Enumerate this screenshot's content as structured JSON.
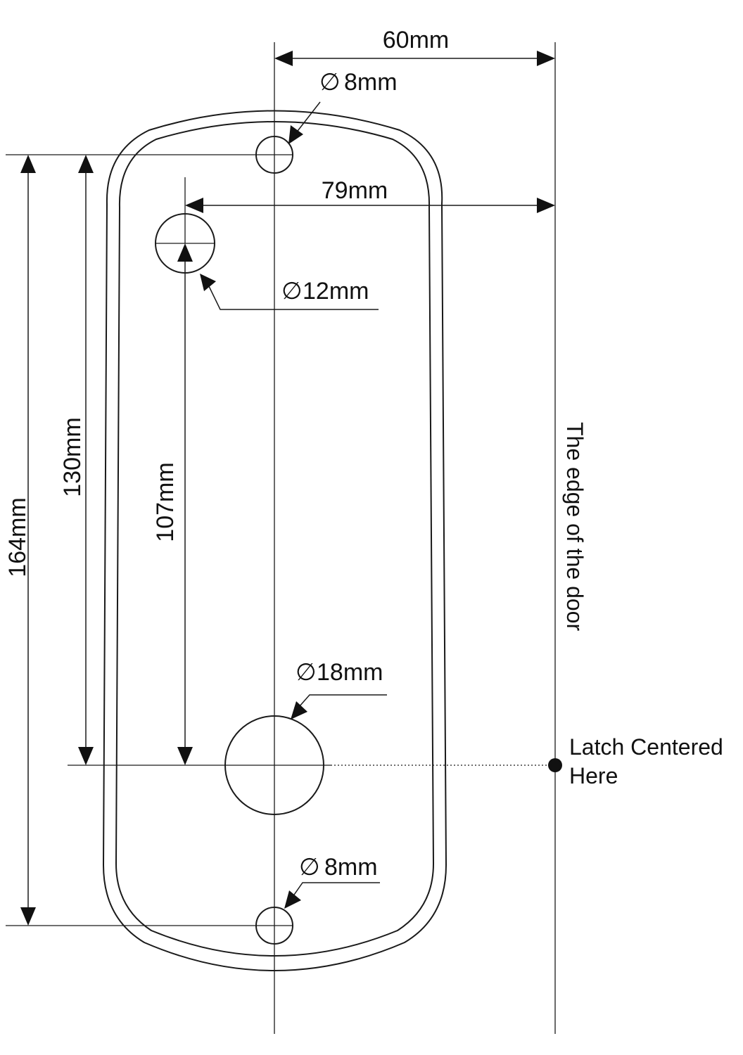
{
  "colors": {
    "line": "#1a1a1a",
    "background": "#ffffff"
  },
  "dimensions": {
    "width_60": "60mm",
    "width_79": "79mm",
    "height_164": "164mm",
    "height_130": "130mm",
    "height_107": "107mm"
  },
  "holes": {
    "top_screw": "8mm",
    "cylinder": "12mm",
    "spindle": "18mm",
    "bottom_screw": "8mm"
  },
  "diameter_symbol": "∅",
  "notes": {
    "door_edge": "The edge of the door",
    "latch_line1": "Latch Centered",
    "latch_line2": "Here"
  }
}
